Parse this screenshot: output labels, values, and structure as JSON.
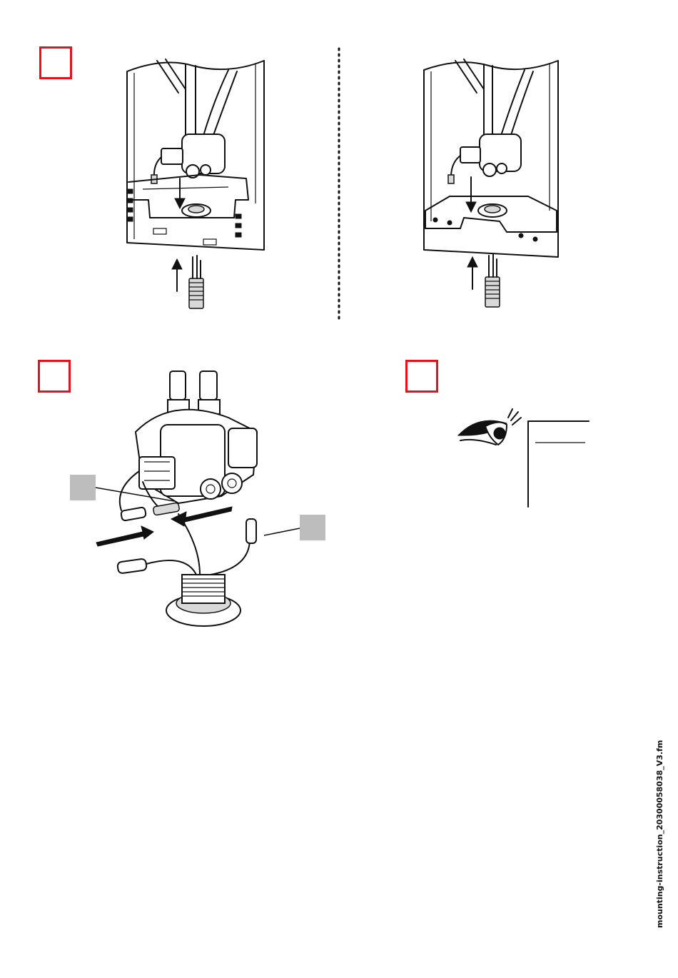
{
  "page": {
    "background": "#ffffff",
    "accent_red": "#e3131b",
    "callout_gray": "#bdbdbd",
    "footer_filename": "mounting-instruction_20300058038_V3.fm"
  },
  "steps": [
    {
      "id": "step-1",
      "label": ""
    },
    {
      "id": "step-2",
      "label": ""
    },
    {
      "id": "step-3",
      "label": ""
    }
  ],
  "callouts": [
    {
      "id": "callout-a",
      "label": ""
    },
    {
      "id": "callout-b",
      "label": ""
    }
  ]
}
